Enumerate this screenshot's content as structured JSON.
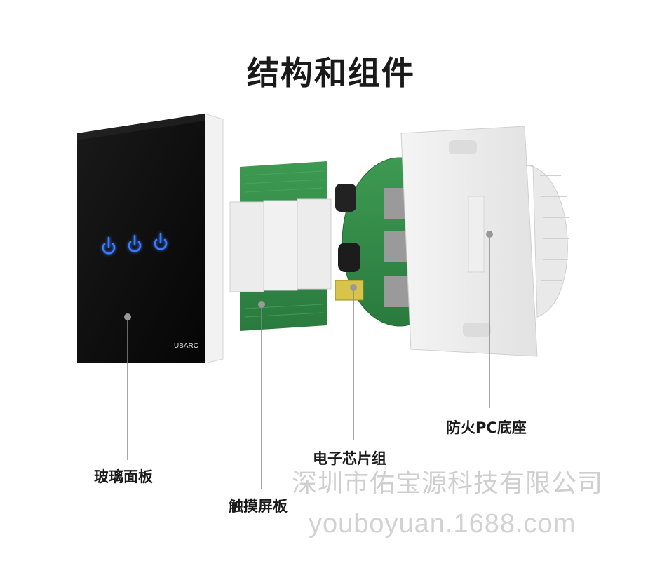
{
  "title": "结构和组件",
  "brand_mark": "UBARO",
  "labels": {
    "glass_panel": "玻璃面板",
    "touch_panel": "触摸屏板",
    "chip_group": "电子芯片组",
    "pc_base": "防火PC底座"
  },
  "watermark": {
    "company": "深圳市佑宝源科技有限公司",
    "domain": "youboyuan.1688.com"
  },
  "icons": [
    "power-icon",
    "power-icon",
    "power-icon"
  ],
  "colors": {
    "glass": "#0a0a0a",
    "pcb": "#2f8a45",
    "icon_glow": "#3a7bff",
    "callout": "#888888"
  }
}
